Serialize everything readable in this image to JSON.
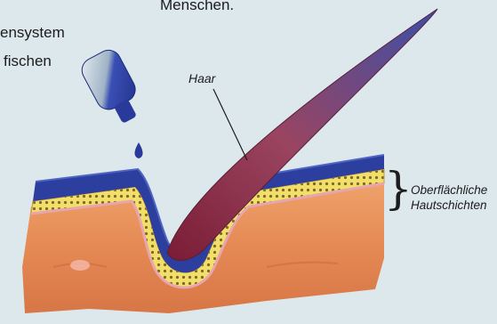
{
  "text_fragments": {
    "top": "Menschen.",
    "left_line1": "ensystem",
    "left_line2": "fischen"
  },
  "labels": {
    "hair": "Haar",
    "layer_line1": "Oberflächliche",
    "layer_line2": "Hautschichten"
  },
  "colors": {
    "background": "#dde8ec",
    "hair": "#8b2e4a",
    "epidermis_blue": "#2c3f9e",
    "fat_yellow": "#e8d24a",
    "dermis": "#e79460",
    "drop_blue": "#2a3a9a"
  }
}
